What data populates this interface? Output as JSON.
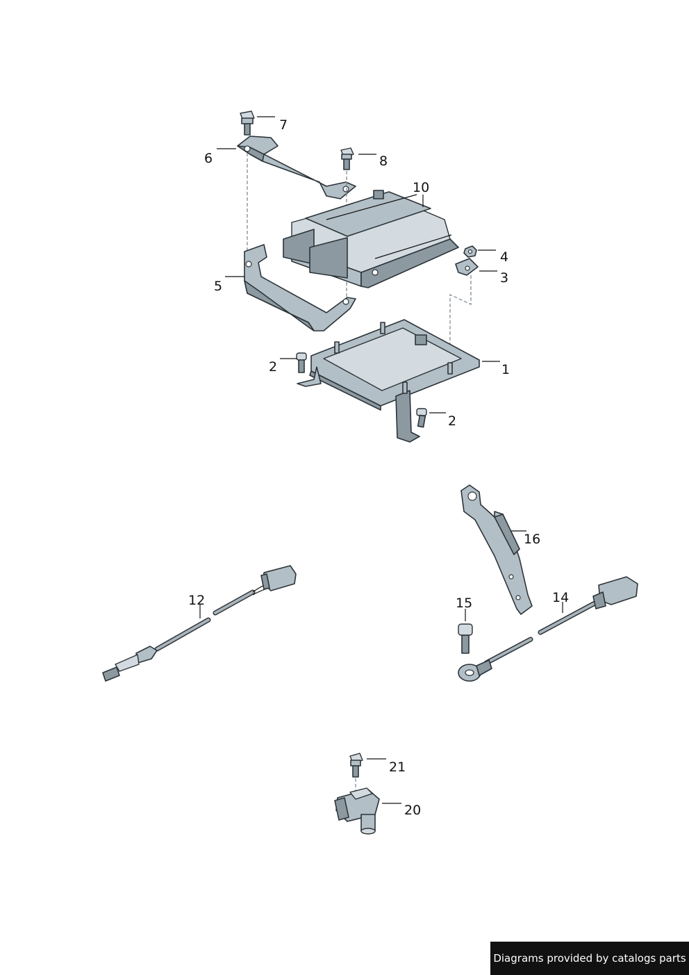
{
  "callouts": {
    "c1": "1",
    "c2a": "2",
    "c2b": "2",
    "c3": "3",
    "c4": "4",
    "c5": "5",
    "c6": "6",
    "c7": "7",
    "c8": "8",
    "c10": "10",
    "c12": "12",
    "c14": "14",
    "c15": "15",
    "c16": "16",
    "c20": "20",
    "c21": "21"
  },
  "footer": {
    "credit": "Diagrams provided by catalogs parts"
  },
  "colors": {
    "line": "#2b3338",
    "metal": "#b3bfc6",
    "badge_bg": "#111111",
    "badge_text": "#ffffff"
  }
}
